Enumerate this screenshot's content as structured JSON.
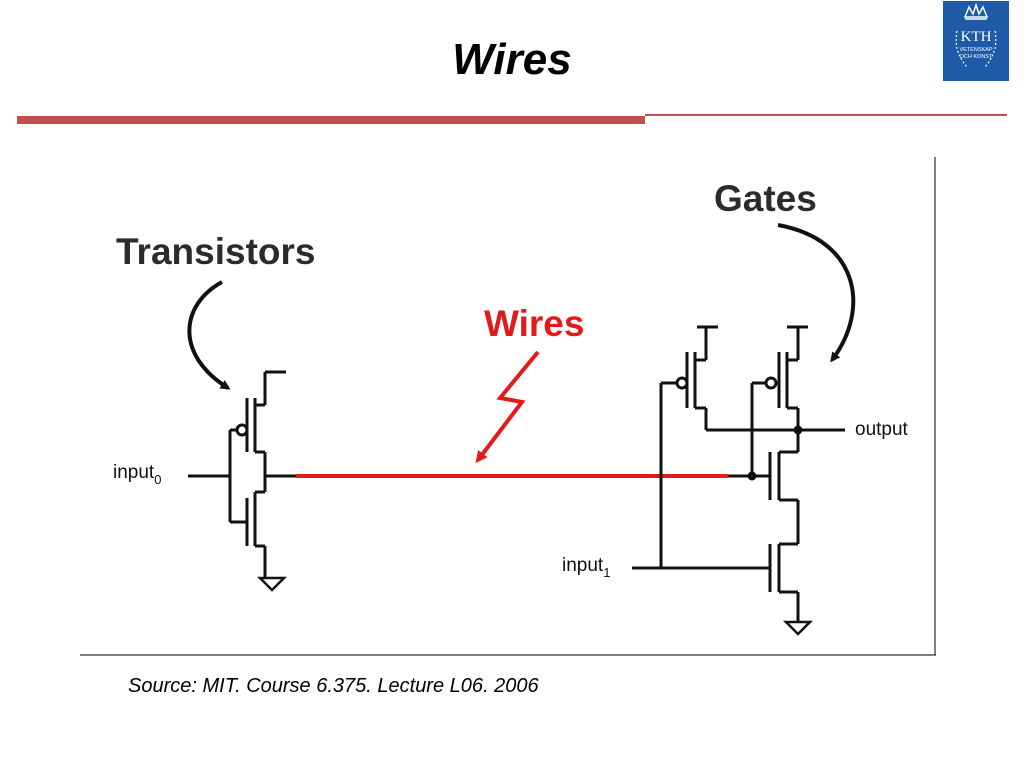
{
  "slide": {
    "title": "Wires",
    "source": "Source: MIT. Course 6.375. Lecture L06. 2006"
  },
  "logo": {
    "text_main": "KTH",
    "text_line1": "VETENSKAP",
    "text_line2": "OCH KONST",
    "color": "#1d5aa8",
    "icon": "kth-crest-logo"
  },
  "diagram": {
    "labels": {
      "transistors": "Transistors",
      "gates": "Gates",
      "wires": "Wires",
      "input0_base": "input",
      "input0_sub": "0",
      "input1_base": "input",
      "input1_sub": "1",
      "output": "output"
    },
    "colors": {
      "wire": "#e41a1a",
      "circuit": "#111111",
      "accent_rule": "#c0504d"
    }
  }
}
